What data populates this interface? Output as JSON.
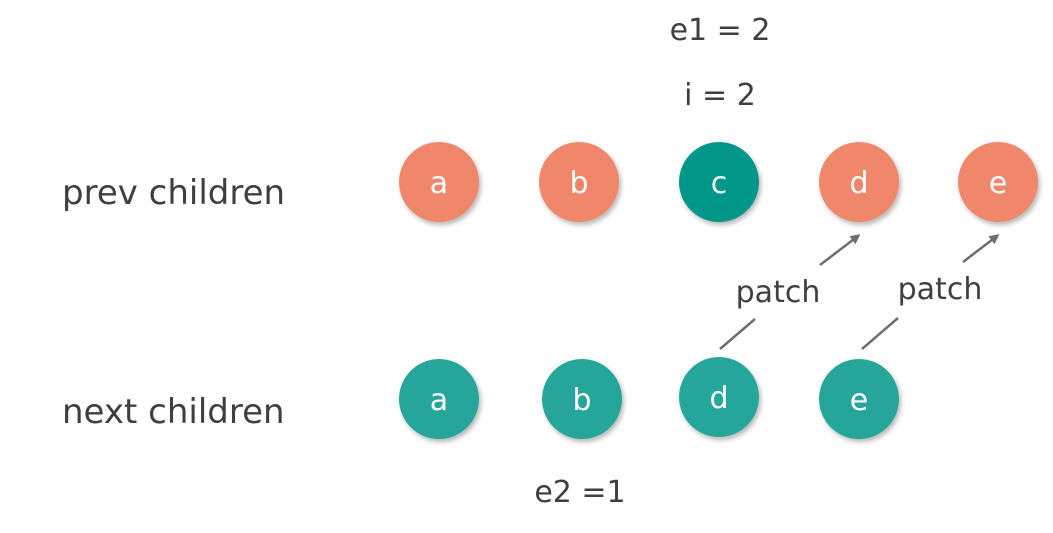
{
  "labels": {
    "prev_row": "prev children",
    "next_row": "next children",
    "e1": "e1 = 2",
    "i": "i = 2",
    "e2": "e2 =1"
  },
  "colors": {
    "orange": "#f0866a",
    "teal_dark": "#009688",
    "teal": "#26a69a",
    "arrow": "#6e6e6e"
  },
  "prev_children": [
    {
      "key": "a",
      "label": "a",
      "color": "orange"
    },
    {
      "key": "b",
      "label": "b",
      "color": "orange"
    },
    {
      "key": "c",
      "label": "c",
      "color": "teal_dark"
    },
    {
      "key": "d",
      "label": "d",
      "color": "orange"
    },
    {
      "key": "e",
      "label": "e",
      "color": "orange"
    }
  ],
  "next_children": [
    {
      "key": "a",
      "label": "a",
      "color": "teal"
    },
    {
      "key": "b",
      "label": "b",
      "color": "teal"
    },
    {
      "key": "d",
      "label": "d",
      "color": "teal"
    },
    {
      "key": "e",
      "label": "e",
      "color": "teal"
    }
  ],
  "edges": [
    {
      "from": "d",
      "to": "d",
      "label": "patch"
    },
    {
      "from": "e",
      "to": "e",
      "label": "patch"
    }
  ]
}
